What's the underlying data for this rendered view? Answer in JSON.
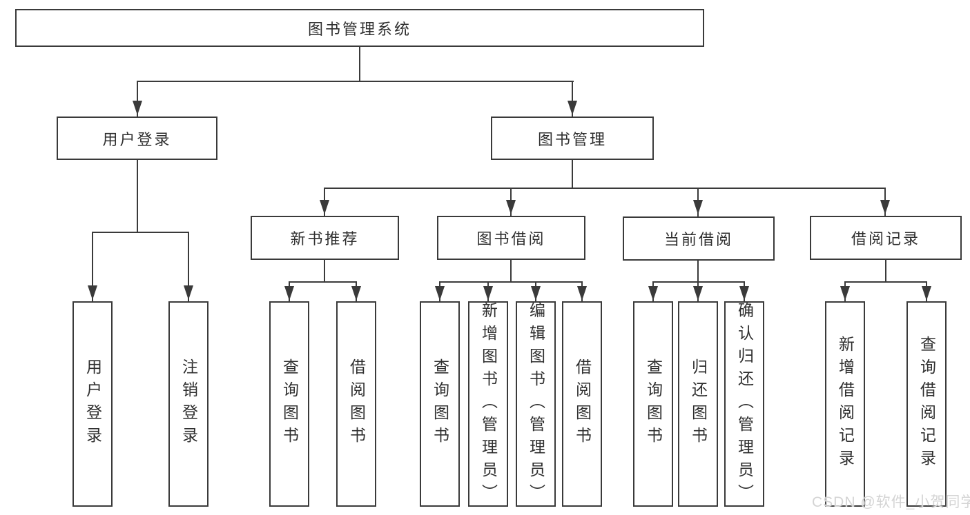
{
  "nodes": {
    "root": "图书管理系统",
    "user_login": "用户登录",
    "book_mgmt": "图书管理",
    "new_recommend": "新书推荐",
    "book_borrow": "图书借阅",
    "current_borrow": "当前借阅",
    "borrow_record": "借阅记录"
  },
  "leaves": {
    "user_login": [
      "用户登录",
      "注销登录"
    ],
    "new_recommend": [
      "查询图书",
      "借阅图书"
    ],
    "book_borrow": [
      "查询图书",
      "新增图书（管理员）",
      "编辑图书（管理员）",
      "借阅图书"
    ],
    "current_borrow": [
      "查询图书",
      "归还图书",
      "确认归还（管理员）"
    ],
    "borrow_record": [
      "新增借阅记录",
      "查询借阅记录"
    ]
  },
  "watermark": "CSDN @软件_小贺同学",
  "colors": {
    "line": "#3a3a3a",
    "text": "#2f2f2f",
    "background": "#ffffff",
    "watermark": "#d4d4d4"
  }
}
